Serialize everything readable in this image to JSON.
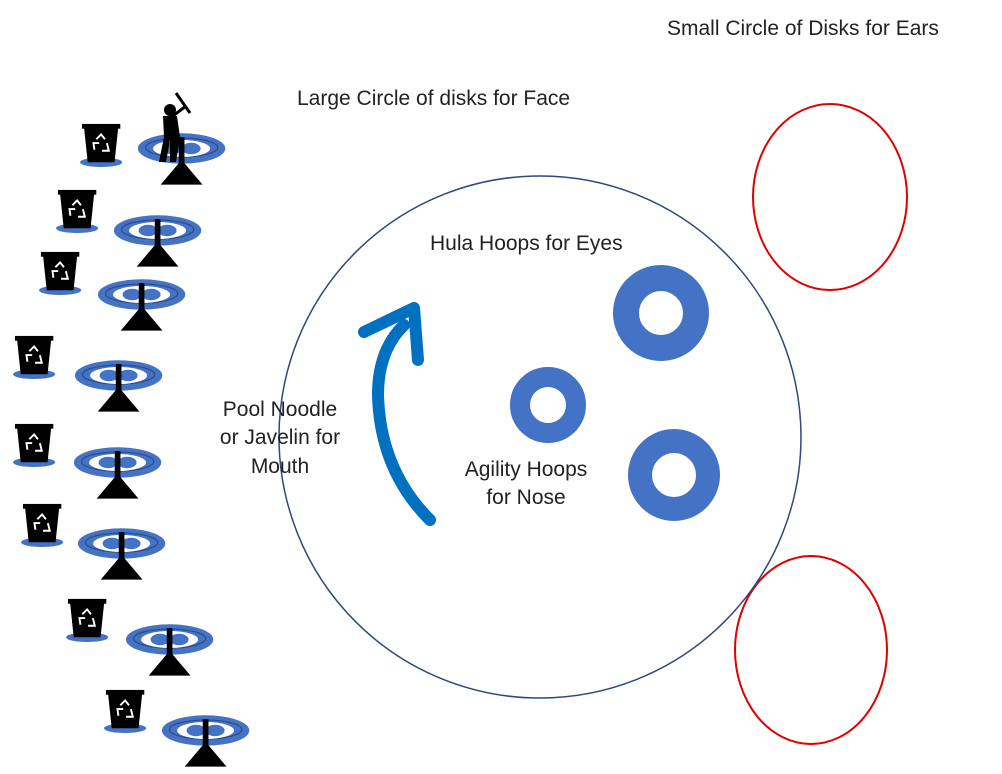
{
  "labels": {
    "ears": "Small Circle of Disks for Ears",
    "face": "Large Circle of disks for Face",
    "eyes": "Hula Hoops for Eyes",
    "mouth_line1": "Pool Noodle",
    "mouth_line2": "or Javelin for",
    "mouth_line3": "Mouth",
    "nose_line1": "Agility Hoops",
    "nose_line2": "for Nose"
  },
  "icons": {
    "recycle_bin": "recycle-bin-icon",
    "disk_station": "disk-with-cone-icon",
    "batter": "batter-icon",
    "arrow": "curved-arrow-icon"
  },
  "colors": {
    "hoop_blue": "#4472c4",
    "arrow_blue": "#0070c0",
    "ear_red": "#e00000",
    "outline_navy": "#2f4880",
    "black": "#000000"
  }
}
